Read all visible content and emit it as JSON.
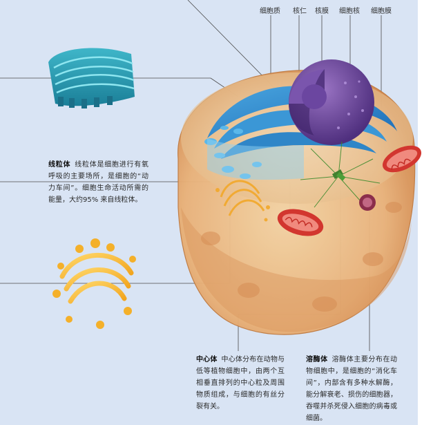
{
  "top_labels": [
    "细胞质",
    "核仁",
    "核膜",
    "细胞核",
    "细胞膜"
  ],
  "mitochondria": {
    "title": "线粒体",
    "text": "线粒体是细胞进行有氧呼吸的主要场所，是细胞的“动力车间”。细胞生命活动所需的能量，大约95% 来自线粒体。"
  },
  "centrosome": {
    "title": "中心体",
    "text": "中心体分布在动物与低等植物细胞中，由两个互相垂直排列的中心粒及周围物质组成，与细胞的有丝分裂有关。"
  },
  "lysosome": {
    "title": "溶酶体",
    "text": "溶酶体主要分布在动物细胞中，是细胞的“消化车间”，内部含有多种水解酶，能分解衰老、损伤的细胞器，吞噬并杀死侵入细胞的病毒或细菌。"
  }
}
